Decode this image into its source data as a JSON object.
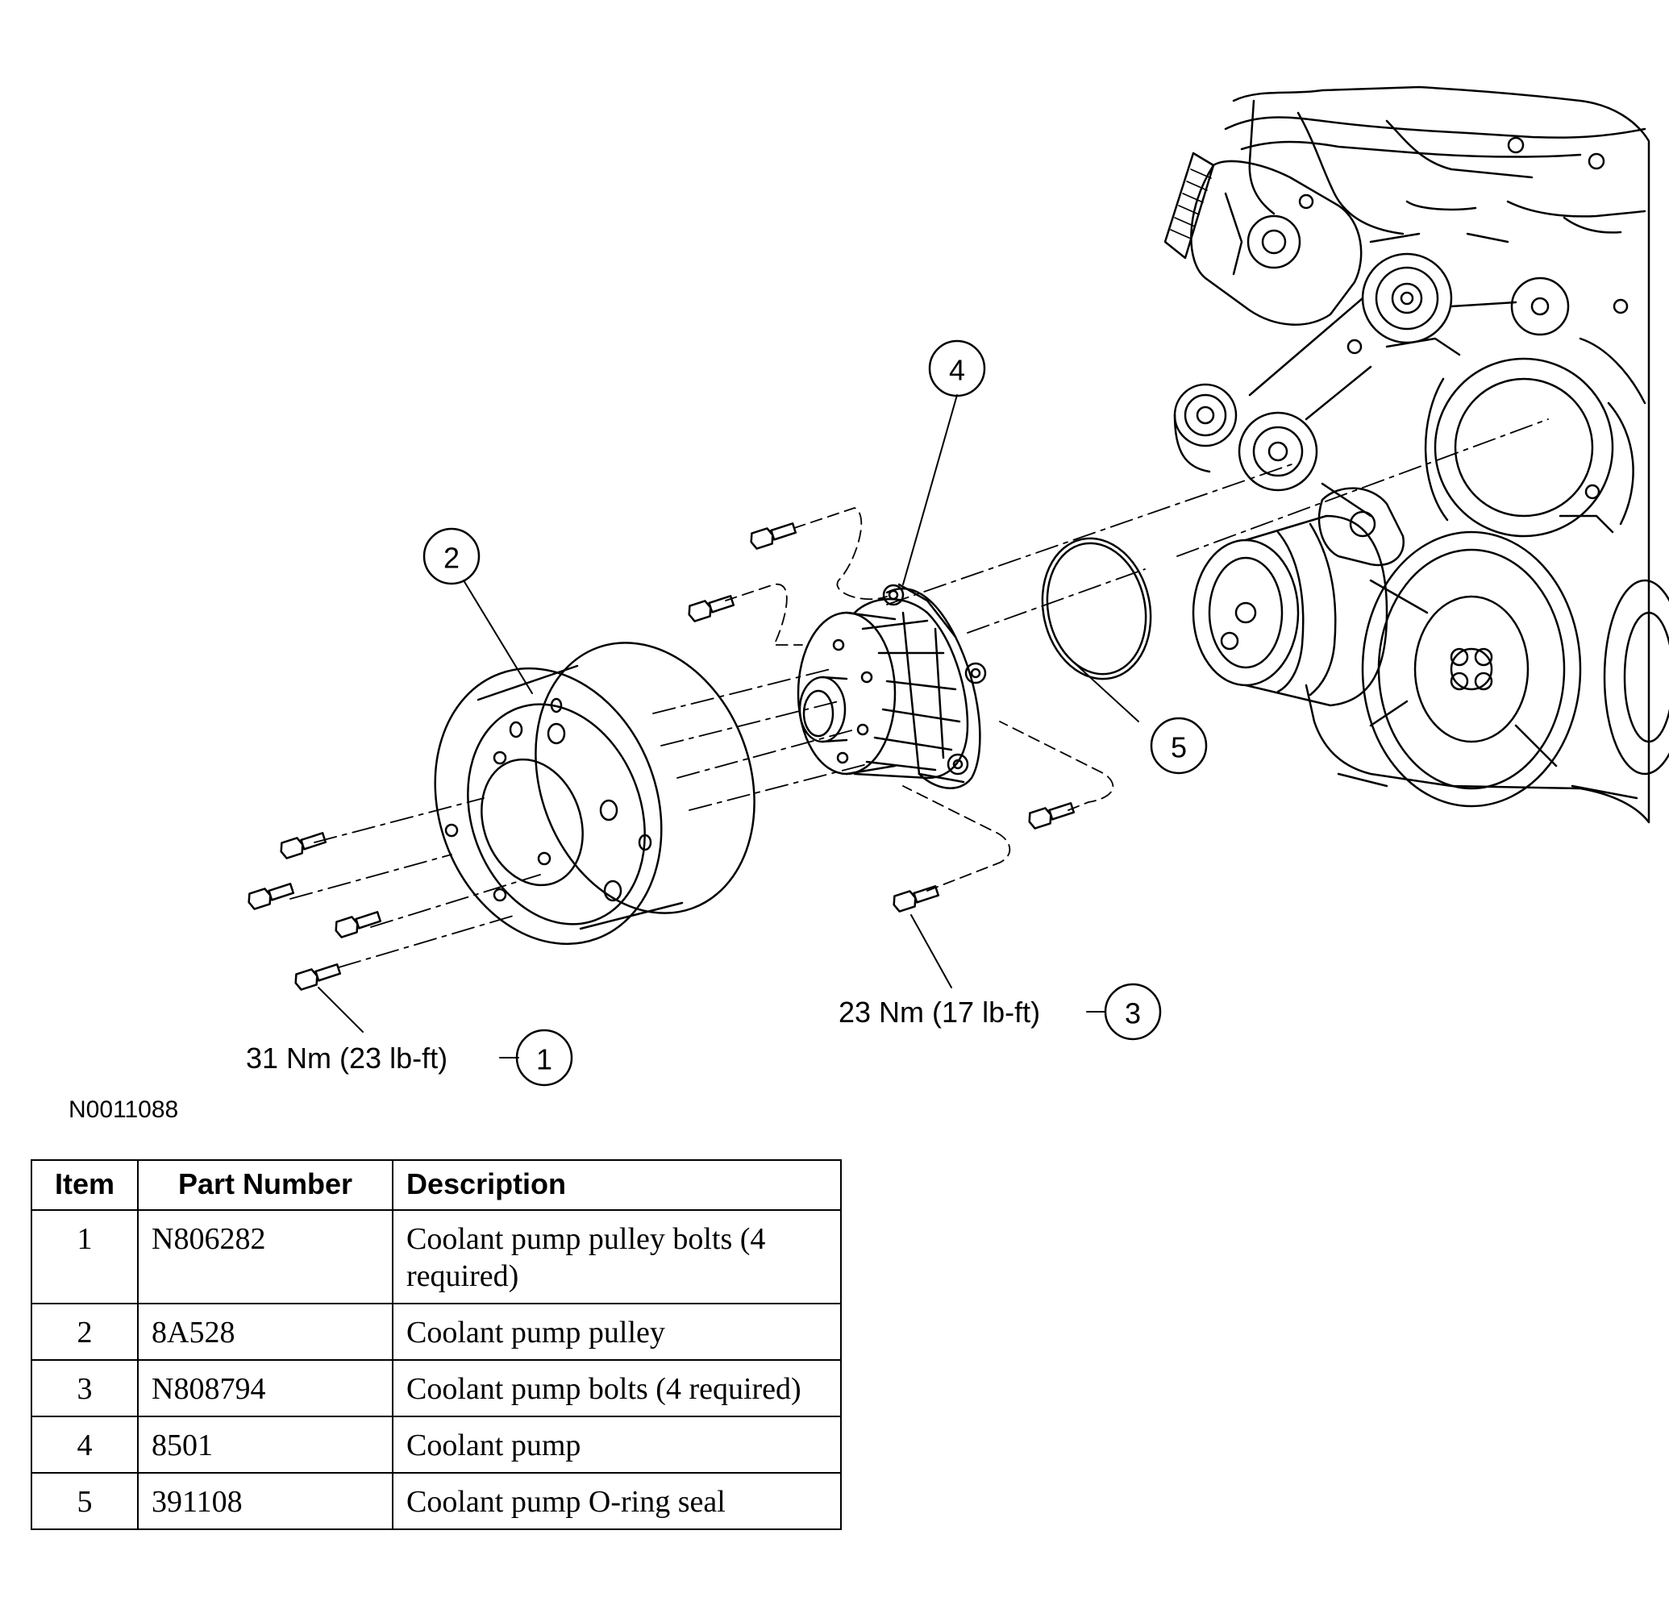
{
  "callouts": [
    {
      "number": "1",
      "torque": "31 Nm (23 lb-ft)"
    },
    {
      "number": "2"
    },
    {
      "number": "3",
      "torque": "23 Nm (17 lb-ft)"
    },
    {
      "number": "4"
    },
    {
      "number": "5"
    }
  ],
  "figure_id": "N0011088",
  "table": {
    "headers": [
      "Item",
      "Part Number",
      "Description"
    ],
    "rows": [
      {
        "item": "1",
        "part_number": "N806282",
        "description": "Coolant pump pulley bolts (4 required)"
      },
      {
        "item": "2",
        "part_number": "8A528",
        "description": "Coolant pump pulley"
      },
      {
        "item": "3",
        "part_number": "N808794",
        "description": "Coolant pump bolts (4 required)"
      },
      {
        "item": "4",
        "part_number": "8501",
        "description": "Coolant pump"
      },
      {
        "item": "5",
        "part_number": "391108",
        "description": "Coolant pump O-ring seal"
      }
    ]
  }
}
